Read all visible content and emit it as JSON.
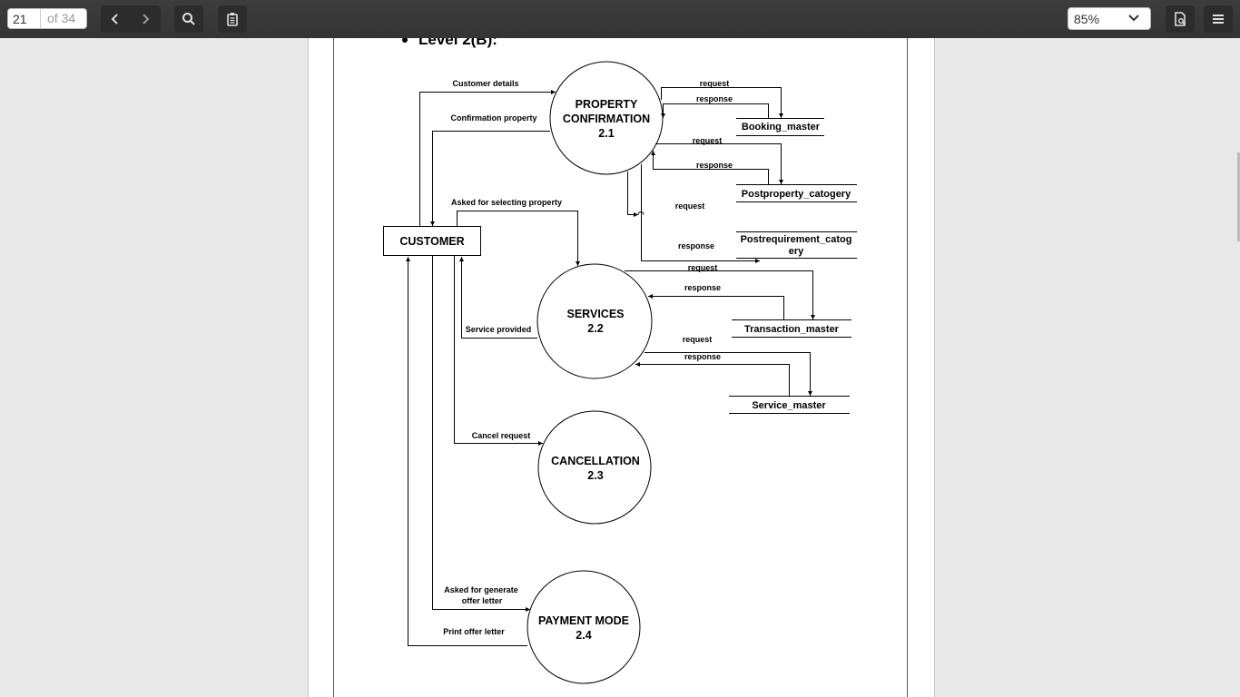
{
  "toolbar": {
    "page_number": "21",
    "page_count": "of 34",
    "zoom": "85%"
  },
  "document": {
    "heading": "Level 2(B):",
    "processes": [
      {
        "name1": "PROPERTY",
        "name2": "CONFIRMATION",
        "num": "2.1"
      },
      {
        "name1": "SERVICES",
        "num": "2.2"
      },
      {
        "name1": "CANCELLATION",
        "num": "2.3"
      },
      {
        "name1": "PAYMENT MODE",
        "num": "2.4"
      }
    ],
    "entity": "CUSTOMER",
    "stores": {
      "booking": "Booking_master",
      "postproperty": "Postproperty_catogery",
      "postreq1": "Postrequirement_catog",
      "postreq2": "ery",
      "transaction": "Transaction_master",
      "service": "Service_master"
    },
    "flows": {
      "customer_details": "Customer details",
      "confirmation_property": "Confirmation property",
      "asked_selecting": "Asked for selecting property",
      "service_provided": "Service provided",
      "cancel_request": "Cancel request",
      "asked_generate1": "Asked for generate",
      "asked_generate2": "offer letter",
      "print_offer": "Print offer letter",
      "request": "request",
      "response": "response"
    }
  }
}
